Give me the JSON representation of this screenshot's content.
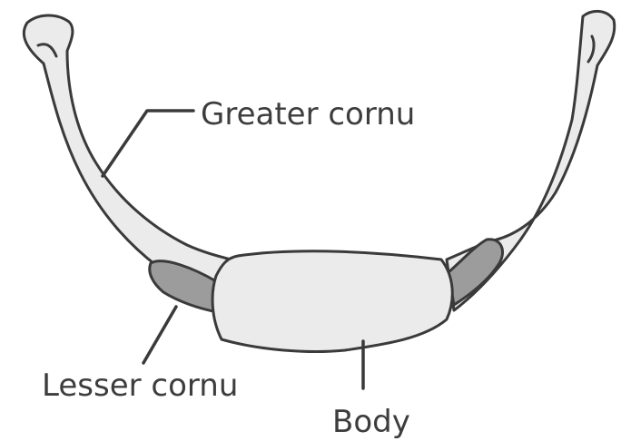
{
  "labels": {
    "greater_cornu": "Greater cornu",
    "lesser_cornu": "Lesser cornu",
    "body": "Body"
  },
  "colors": {
    "bone_fill": "#ebebeb",
    "lesser_cornu_fill": "#9c9c9c",
    "outline": "#3a3a3a",
    "text": "#3d3d3d"
  }
}
